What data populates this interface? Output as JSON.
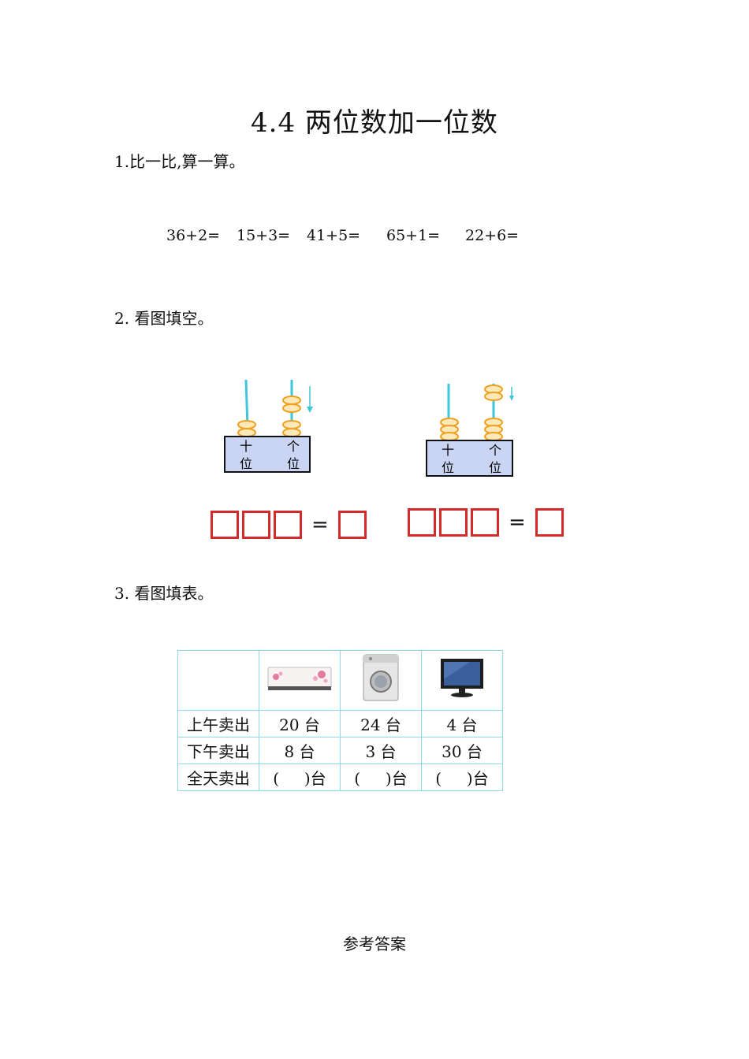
{
  "title": "4.4 两位数加一位数",
  "q1": {
    "label": "1.比一比,算一算。",
    "equations": [
      "36+2=",
      "15+3=",
      "41+5=",
      "65+1=",
      "22+6="
    ]
  },
  "q2": {
    "label": "2.  看图填空。",
    "abacus": [
      {
        "tens_label_top": "十",
        "tens_label_bottom": "位",
        "ones_label_top": "个",
        "ones_label_bottom": "位",
        "tens_beads": 2,
        "ones_beads_bottom": 2,
        "ones_beads_added": 2
      },
      {
        "tens_label_top": "十",
        "tens_label_bottom": "位",
        "ones_label_top": "个",
        "ones_label_bottom": "位",
        "tens_beads": 3,
        "ones_beads_bottom": 3,
        "ones_beads_added": 2
      }
    ],
    "equals_sign": "="
  },
  "q3": {
    "label": "3.  看图填表。",
    "columns_icons": [
      "air-conditioner-icon",
      "washing-machine-icon",
      "television-icon"
    ],
    "rows": [
      {
        "label": "上午卖出",
        "cells": [
          "20 台",
          "24 台",
          "4 台"
        ]
      },
      {
        "label": "下午卖出",
        "cells": [
          "8 台",
          "3 台",
          "30 台"
        ]
      },
      {
        "label": "全天卖出",
        "cells": [
          "(     )台",
          "(     )台",
          "(     )台"
        ]
      }
    ]
  },
  "answers_label": "参考答案",
  "colors": {
    "bead": "#f0a020",
    "bead_fill": "#fde9b8",
    "rod": "#3ec6dc",
    "base": "#c9d5f2",
    "box": "#d42a2a",
    "grid": "#8fd9e8"
  }
}
